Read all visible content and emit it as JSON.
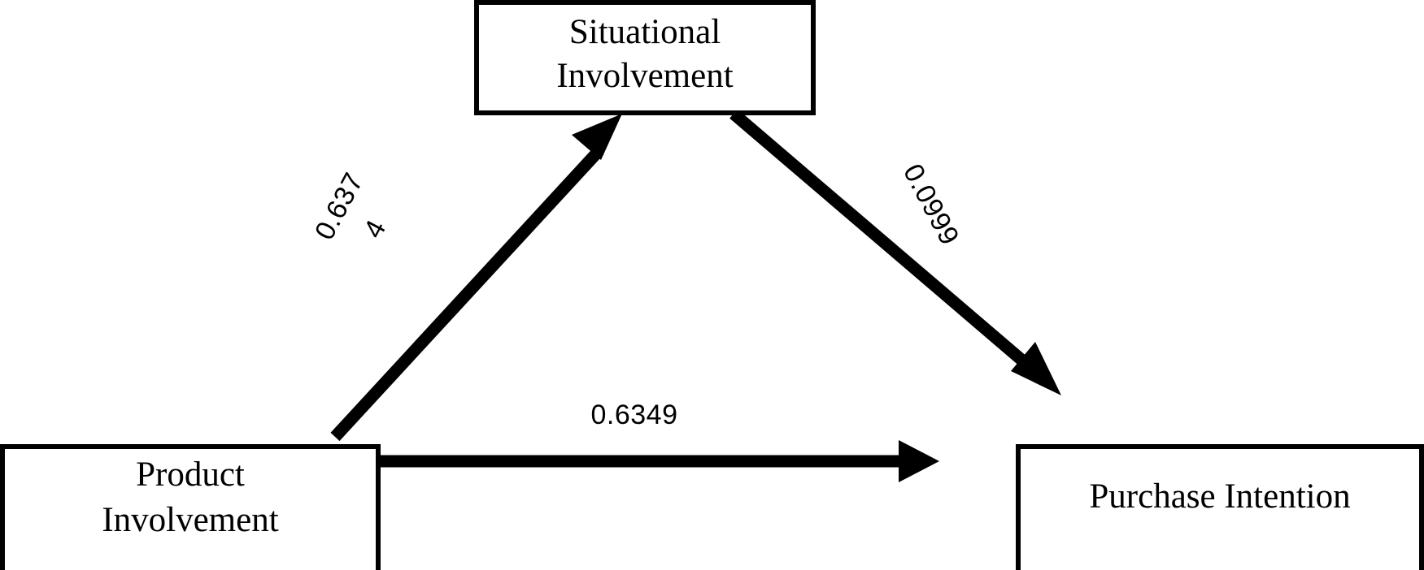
{
  "diagram": {
    "type": "mediation-path-diagram",
    "background_color": "#ffffff",
    "line_color": "#000000",
    "nodes": [
      {
        "id": "situational-involvement",
        "label_line1": "Situational",
        "label_line2": "Involvement",
        "role": "mediator"
      },
      {
        "id": "product-involvement",
        "label_line1": "Product",
        "label_line2": "Involvement",
        "role": "independent-variable"
      },
      {
        "id": "purchase-intention",
        "label_line1": "Purchase Intention",
        "label_line2": "",
        "role": "dependent-variable"
      }
    ],
    "paths": [
      {
        "id": "path-a",
        "from": "product-involvement",
        "to": "situational-involvement",
        "coefficient": "0.637",
        "coefficient_overflow": "4",
        "coefficient_full": "0.6374"
      },
      {
        "id": "path-b",
        "from": "situational-involvement",
        "to": "purchase-intention",
        "coefficient": "0.0999",
        "coefficient_overflow": "",
        "coefficient_full": "0.0999"
      },
      {
        "id": "path-c",
        "from": "product-involvement",
        "to": "purchase-intention",
        "coefficient": "0.6349",
        "coefficient_overflow": "",
        "coefficient_full": "0.6349"
      }
    ]
  }
}
